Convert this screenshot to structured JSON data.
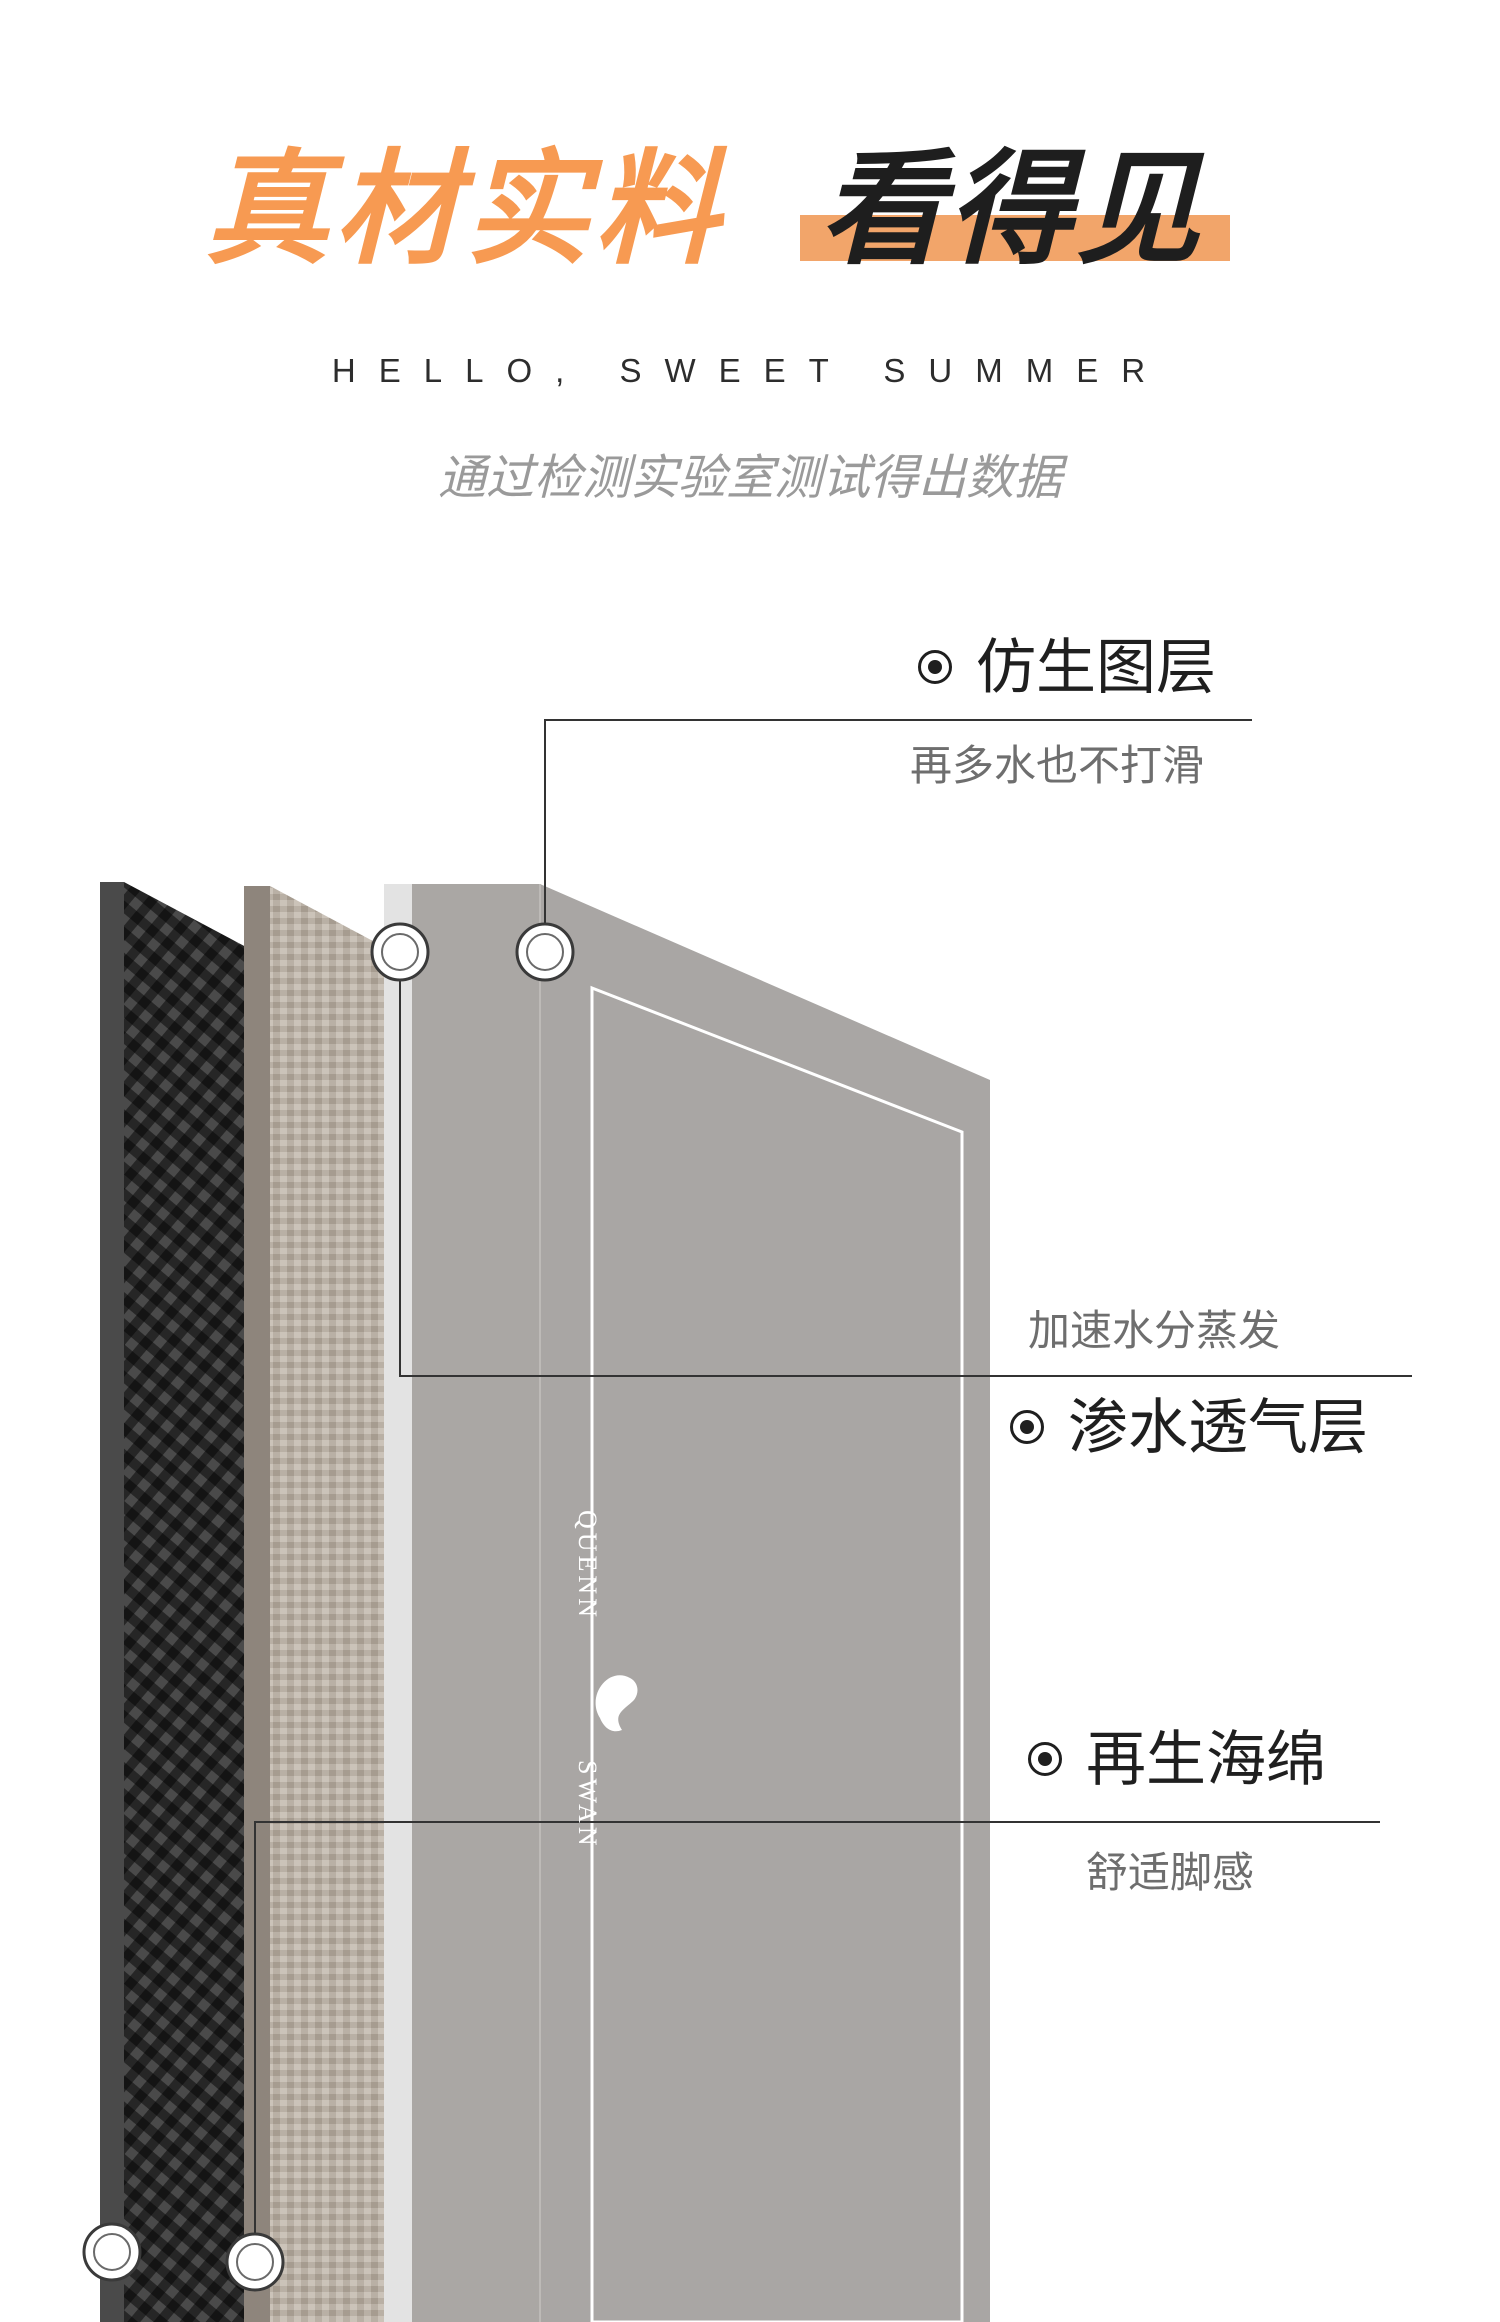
{
  "heading": {
    "orange_text": "真材实料",
    "black_text": "看得见",
    "tagline": "HELLO, SWEET SUMMER",
    "subtitle": "通过检测实验室测试得出数据"
  },
  "layers": [
    {
      "title": "仿生图层",
      "subtitle": "再多水也不打滑"
    },
    {
      "title": "渗水透气层",
      "subtitle": "加速水分蒸发"
    },
    {
      "title": "再生海绵",
      "subtitle": "舒适脚感"
    }
  ],
  "brand": {
    "top": "QUENN",
    "bottom": "SWAN"
  },
  "colors": {
    "orange": "#f79a52",
    "top_layer": "#a9a6a4",
    "fabric": "#b3a99e",
    "base": "#2a2a2a"
  }
}
